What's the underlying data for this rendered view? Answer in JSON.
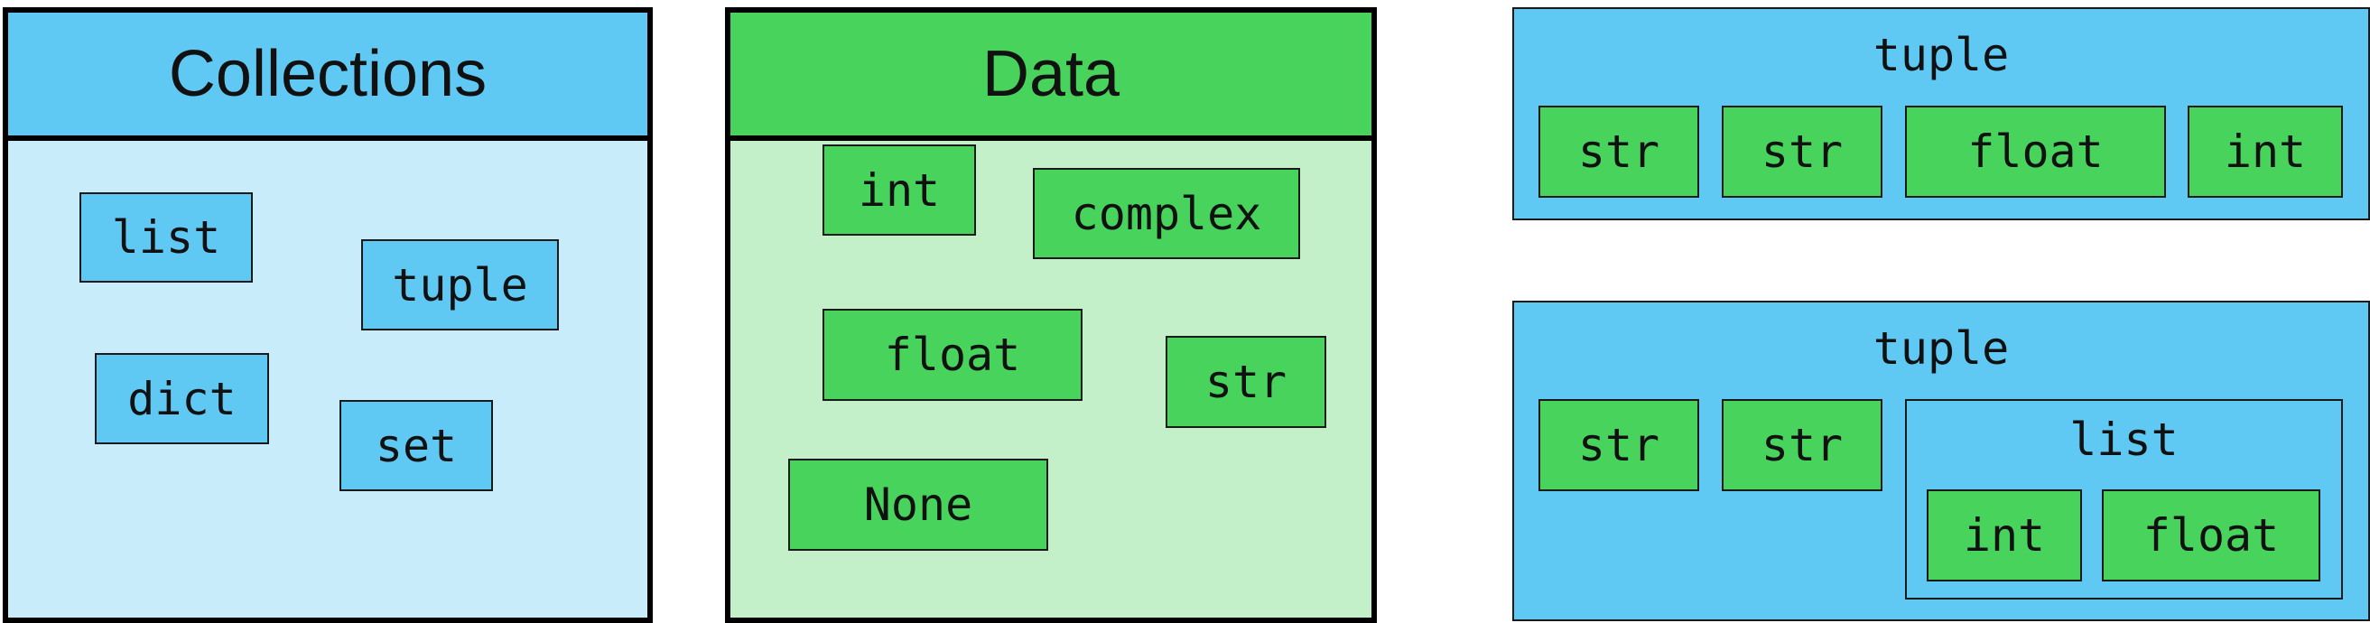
{
  "collections_panel": {
    "title": "Collections",
    "items": [
      "list",
      "tuple",
      "dict",
      "set"
    ]
  },
  "data_panel": {
    "title": "Data",
    "items": [
      "int",
      "complex",
      "float",
      "str",
      "None"
    ]
  },
  "tuple_example_1": {
    "label": "tuple",
    "items": [
      "str",
      "str",
      "float",
      "int"
    ]
  },
  "tuple_example_2": {
    "label": "tuple",
    "items": [
      "str",
      "str"
    ],
    "nested_list": {
      "label": "list",
      "items": [
        "int",
        "float"
      ]
    }
  },
  "colors": {
    "collection_blue": "#5fc8f3",
    "collection_bg": "#c9ecfa",
    "data_green": "#47d35c",
    "data_bg": "#c3f0c8"
  }
}
